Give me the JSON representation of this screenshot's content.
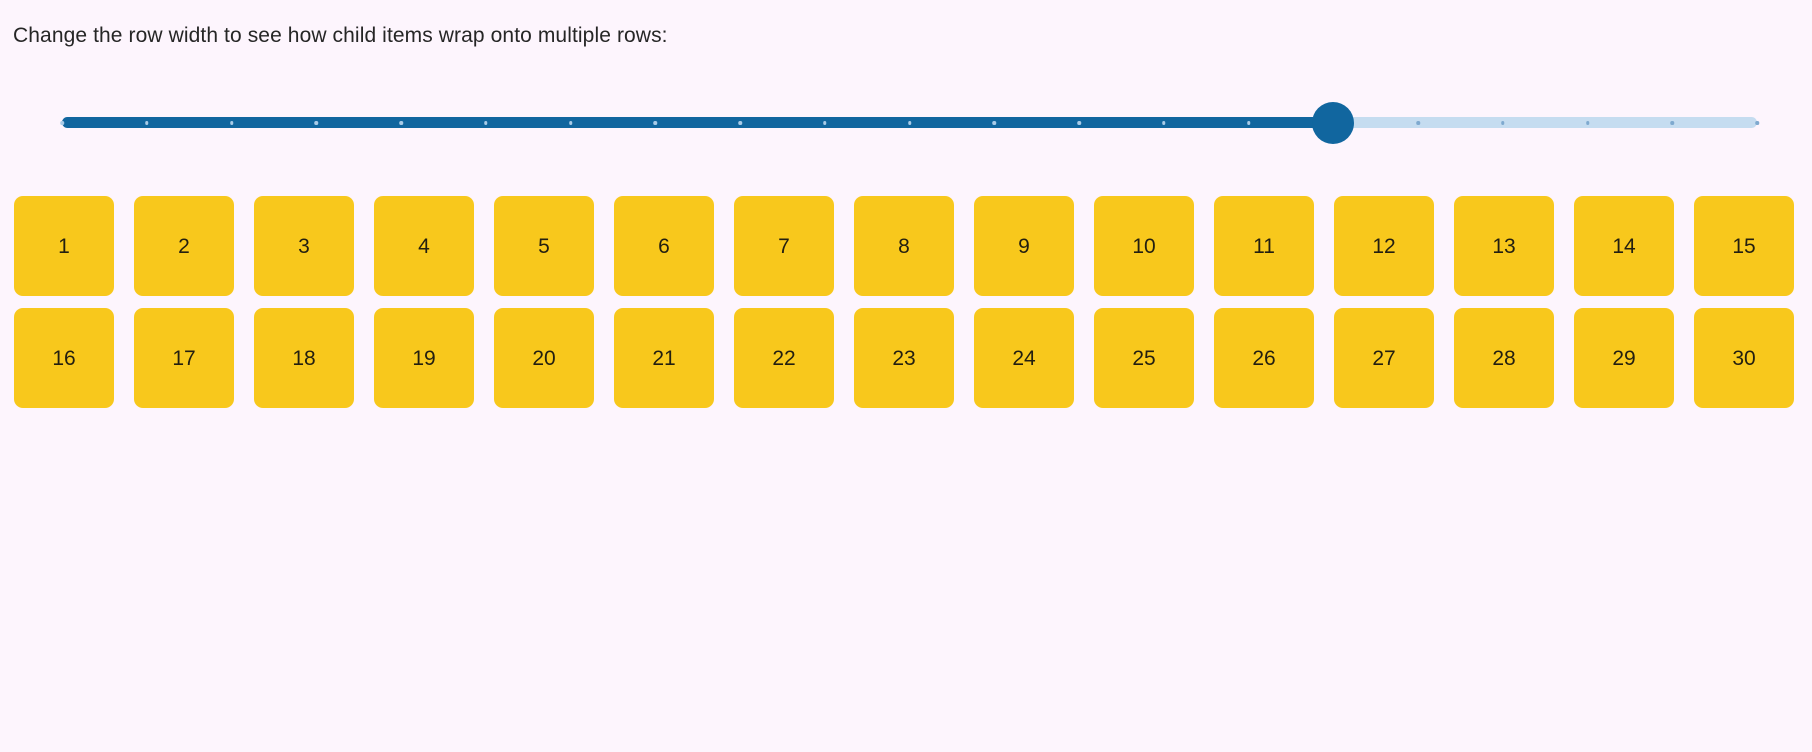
{
  "page": {
    "background_color": "#fdf5fd",
    "text_color": "#262626",
    "instruction": "Change the row width to see how child items wrap onto multiple rows:"
  },
  "slider": {
    "name": "row-width-slider",
    "fill_color": "#11669f",
    "rail_color": "#c5dcf0",
    "thumb_color": "#11669f",
    "tick_color": "#7fa9cf",
    "tick_on_fill_color": "#a9cbe8",
    "value_percent": 75,
    "min": 0,
    "max": 100,
    "tick_count": 21
  },
  "items": {
    "box_color": "#f8c81c",
    "label_color": "#231f10",
    "rows": [
      {
        "row_index": 1,
        "labels": [
          "1",
          "2",
          "3",
          "4",
          "5",
          "6",
          "7",
          "8",
          "9",
          "10",
          "11",
          "12",
          "13",
          "14",
          "15"
        ]
      },
      {
        "row_index": 2,
        "labels": [
          "16",
          "17",
          "18",
          "19",
          "20",
          "21",
          "22",
          "23",
          "24",
          "25",
          "26",
          "27",
          "28",
          "29",
          "30"
        ]
      }
    ]
  }
}
